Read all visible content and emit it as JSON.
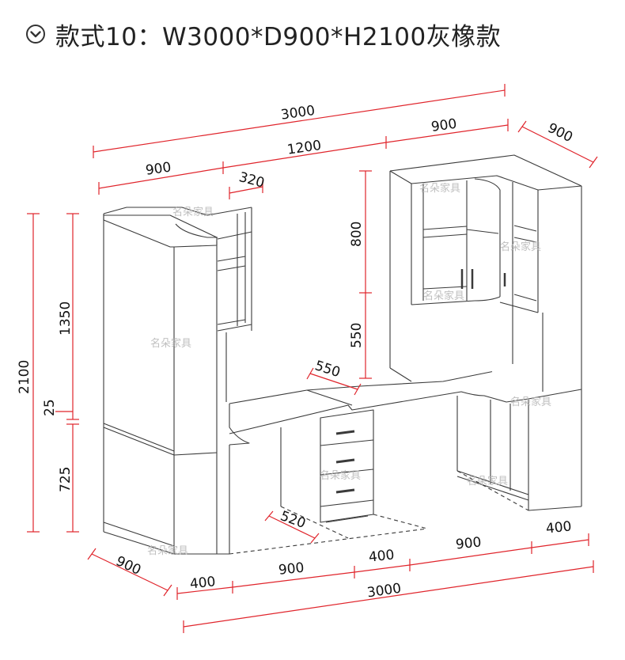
{
  "header": {
    "title": "款式10：W3000*D900*H2100灰橡款",
    "icon": "chevron-down-circle-icon"
  },
  "dimensions": {
    "total_width_top": "3000",
    "top_right_section_width": "900",
    "right_depth_top": "900",
    "middle_width": "1200",
    "left_width_top": "900",
    "open_shelf_width": "320",
    "upper_cabinet_height": "800",
    "upper_gap_height": "550",
    "desk_depth": "550",
    "tall_cabinet_height": "1350",
    "total_height": "2100",
    "desktop_thickness": "25",
    "desk_height": "725",
    "drawer_depth": "520",
    "bottom_depth_left": "900",
    "bottom_400_left": "400",
    "bottom_900_middle": "900",
    "bottom_400_middle": "400",
    "bottom_900_right": "900",
    "bottom_400_right": "400",
    "total_width_bottom": "3000"
  },
  "watermark": "名朵家具",
  "colors": {
    "dimension_line": "#e0242b",
    "outline": "#3a3a3a",
    "text": "#111111"
  }
}
